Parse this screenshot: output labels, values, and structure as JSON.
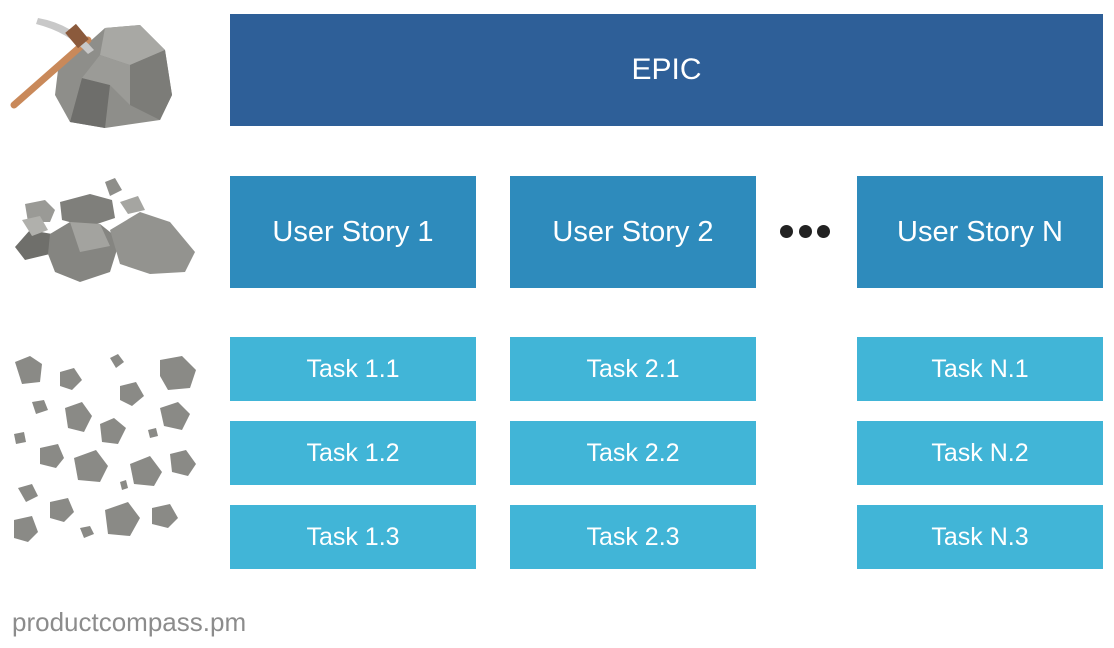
{
  "epic": {
    "label": "EPIC"
  },
  "icons": {
    "pickaxe": "pickaxe-boulder-icon",
    "rocks": "rock-pile-icon",
    "gravel": "gravel-icon"
  },
  "stories": [
    {
      "label": "User Story 1",
      "tasks": [
        "Task 1.1",
        "Task 1.2",
        "Task 1.3"
      ]
    },
    {
      "label": "User Story 2",
      "tasks": [
        "Task 2.1",
        "Task 2.2",
        "Task 2.3"
      ]
    },
    {
      "label": "User Story N",
      "tasks": [
        "Task N.1",
        "Task N.2",
        "Task N.3"
      ]
    }
  ],
  "footer": {
    "text": "productcompass.pm"
  },
  "colors": {
    "epic": "#2e5f98",
    "story": "#2e8bbc",
    "task": "#41b5d7",
    "rock": "#8a8a86"
  }
}
